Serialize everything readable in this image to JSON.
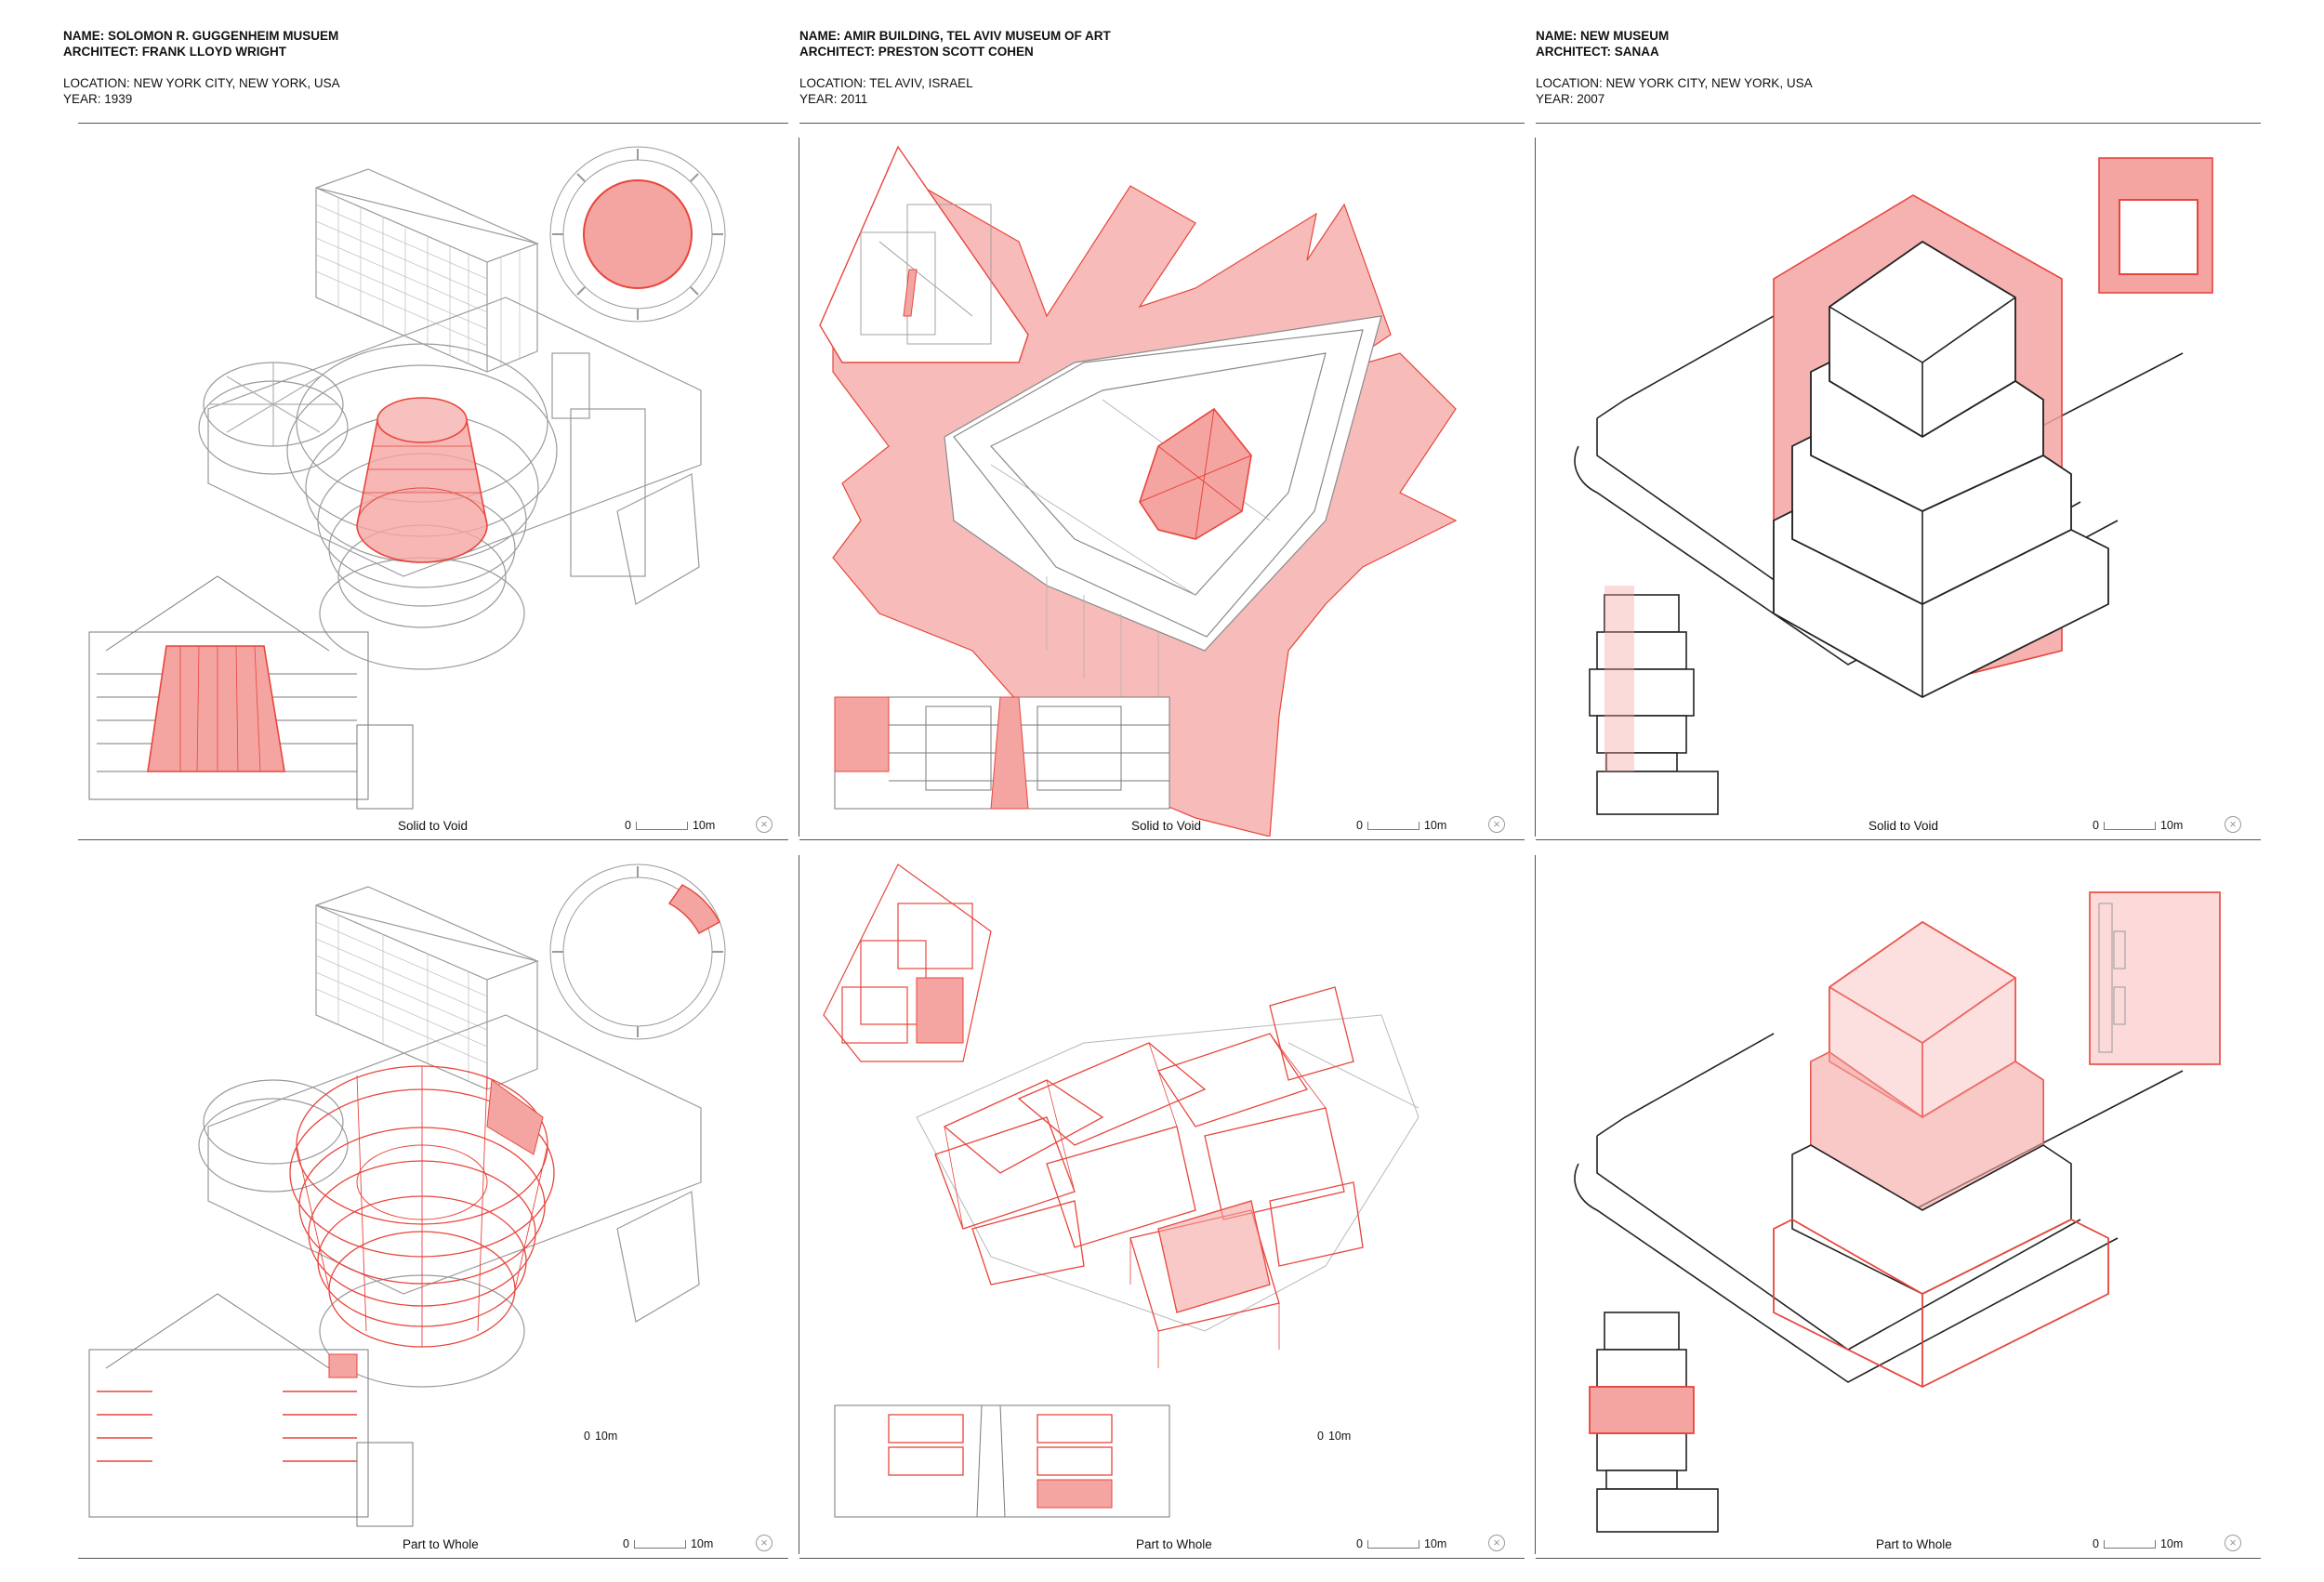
{
  "labels": {
    "name": "NAME:",
    "architect": "ARCHITECT:",
    "location": "LOCATION:",
    "year": "YEAR:"
  },
  "museums": [
    {
      "name": "SOLOMON R. GUGGENHEIM MUSUEM",
      "architect": "FRANK LLOYD WRIGHT",
      "location": "NEW YORK CITY, NEW YORK, USA",
      "year": "1939"
    },
    {
      "name": "AMIR BUILDING, TEL AVIV MUSEUM OF ART",
      "architect": "PRESTON SCOTT COHEN",
      "location": "TEL AVIV, ISRAEL",
      "year": "2011"
    },
    {
      "name": "NEW MUSEUM",
      "architect": "SANAA",
      "location": "NEW YORK CITY, NEW YORK, USA",
      "year": "2007"
    }
  ],
  "rows": [
    "Solid to Void",
    "Part to Whole"
  ],
  "scale": {
    "zero": "0",
    "ten": "10m"
  },
  "colors": {
    "accent": "#e8453c",
    "fill": "#f4a5a2",
    "line": "#9a9a9a",
    "ink": "#222222"
  }
}
